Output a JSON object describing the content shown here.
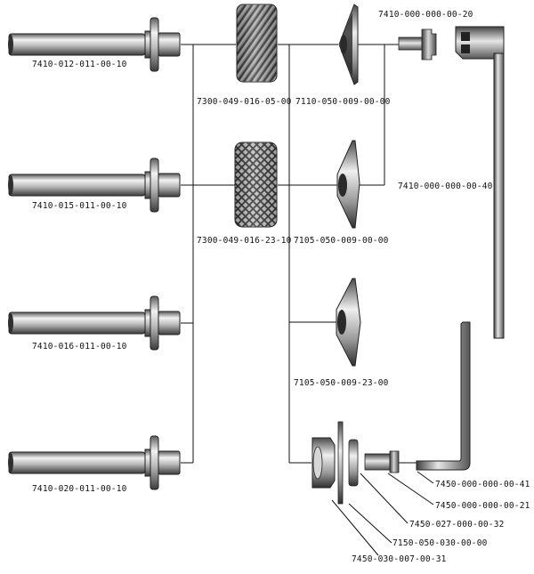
{
  "part_numbers": {
    "shaft_1": "7410-012-011-00-10",
    "shaft_2": "7410-015-011-00-10",
    "shaft_3": "7410-016-011-00-10",
    "shaft_4": "7410-020-011-00-10",
    "knurl_diagonal": "7300-049-016-05-00",
    "knurl_diamond": "7300-049-016-23-10",
    "bevel_knurl": "7110-050-009-00-00",
    "cone_cutter_1": "7105-050-009-00-00",
    "cone_cutter_2": "7105-050-009-23-00",
    "screw_top": "7410-000-000-00-20",
    "spanner_wrench": "7410-000-000-00-40",
    "hex_key": "7450-000-000-00-41",
    "screw_bottom": "7450-000-000-00-21",
    "washer": "7450-027-000-00-32",
    "blade": "7150-050-030-00-00",
    "hub": "7450-030-007-00-31"
  },
  "colors": {
    "metal_light": "#e9e9e9",
    "metal_mid": "#a9a9a9",
    "metal_dark": "#3c3c3c",
    "line": "#111111"
  }
}
